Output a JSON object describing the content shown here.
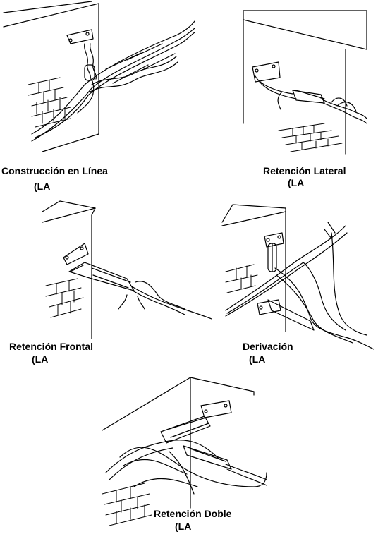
{
  "panels": [
    {
      "id": "linea",
      "title": "Construcción en Línea",
      "code": "(LA"
    },
    {
      "id": "lateral",
      "title": "Retención Lateral",
      "code": "(LA"
    },
    {
      "id": "frontal",
      "title": "Retención Frontal",
      "code": "(LA"
    },
    {
      "id": "derivacion",
      "title": "Derivación",
      "code": "(LA"
    },
    {
      "id": "doble",
      "title": "Retención Doble",
      "code": "(LA"
    }
  ]
}
